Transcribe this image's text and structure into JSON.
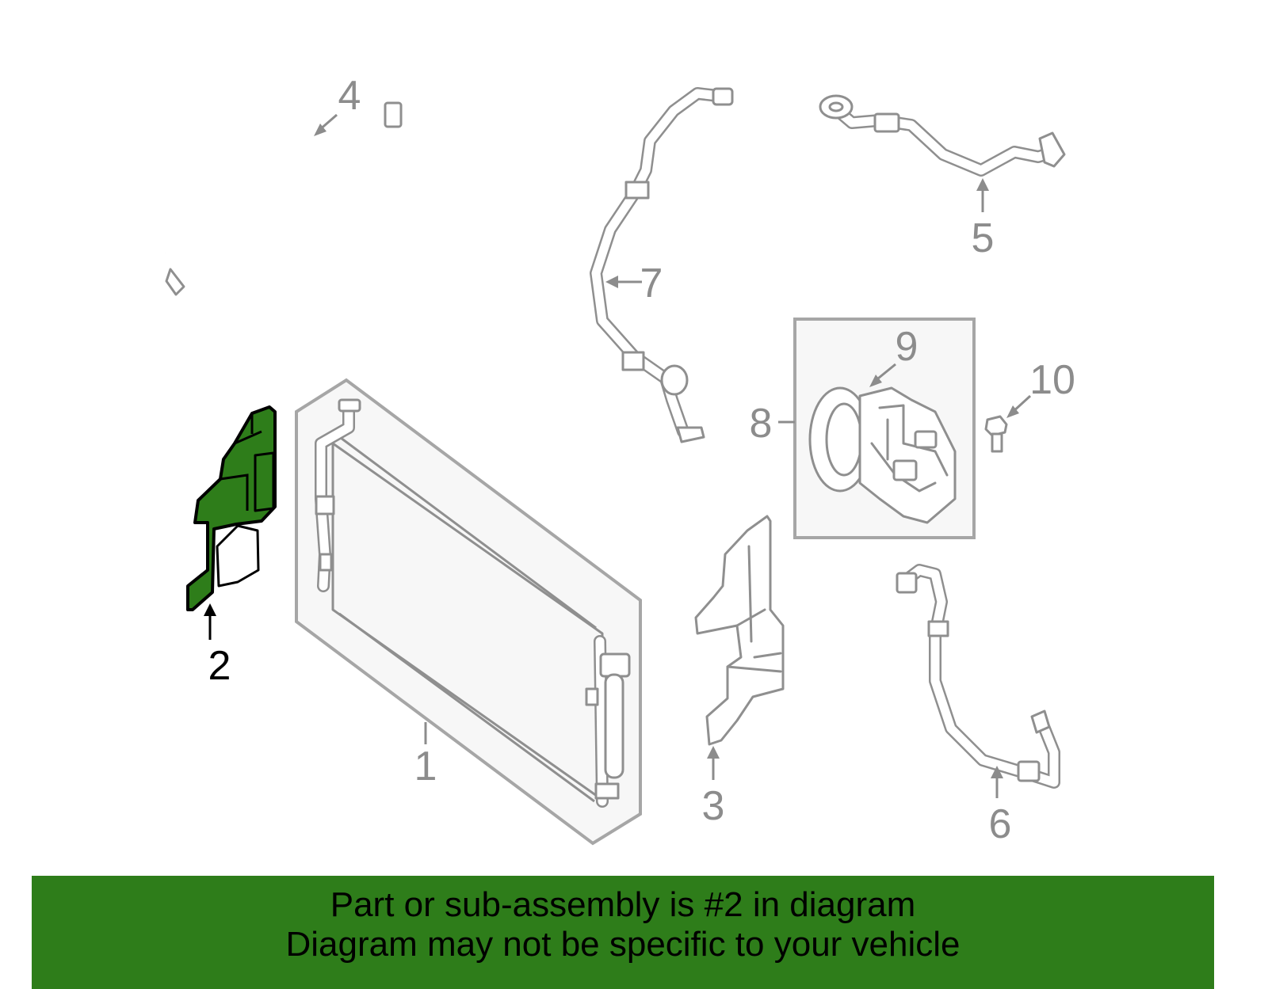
{
  "diagram": {
    "callouts": {
      "c1": "1",
      "c2": "2",
      "c3": "3",
      "c4": "4",
      "c5": "5",
      "c6": "6",
      "c7": "7",
      "c8": "8",
      "c9": "9",
      "c10": "10"
    },
    "highlighted_part": "2",
    "colors": {
      "highlight": "#2e7d1a",
      "line_art": "#8f8f8f",
      "callout_text": "#8c8c8c",
      "selected_callout": "#000000"
    }
  },
  "banner": {
    "line1": "Part or sub-assembly is #2 in diagram",
    "line2": "Diagram may not be specific to your vehicle"
  }
}
